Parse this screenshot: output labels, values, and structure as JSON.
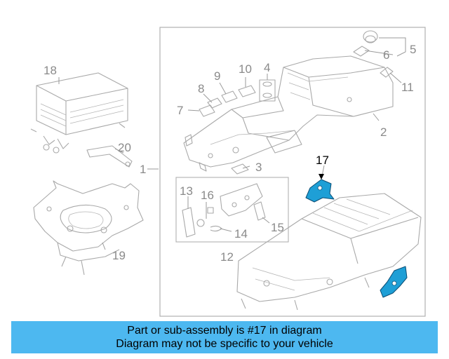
{
  "diagram": {
    "callouts": {
      "c1": "1",
      "c2": "2",
      "c3": "3",
      "c4": "4",
      "c5": "5",
      "c6": "6",
      "c7": "7",
      "c8": "8",
      "c9": "9",
      "c10": "10",
      "c11": "11",
      "c12": "12",
      "c13": "13",
      "c14": "14",
      "c15": "15",
      "c16": "16",
      "c17": "17",
      "c18": "18",
      "c19": "19",
      "c20": "20"
    },
    "highlight_color": "#1e9fd6",
    "highlighted_part": "17"
  },
  "banner": {
    "line1": "Part or sub-assembly is #17 in diagram",
    "line2": "Diagram may not be specific to your vehicle",
    "background": "#4db8f0"
  }
}
